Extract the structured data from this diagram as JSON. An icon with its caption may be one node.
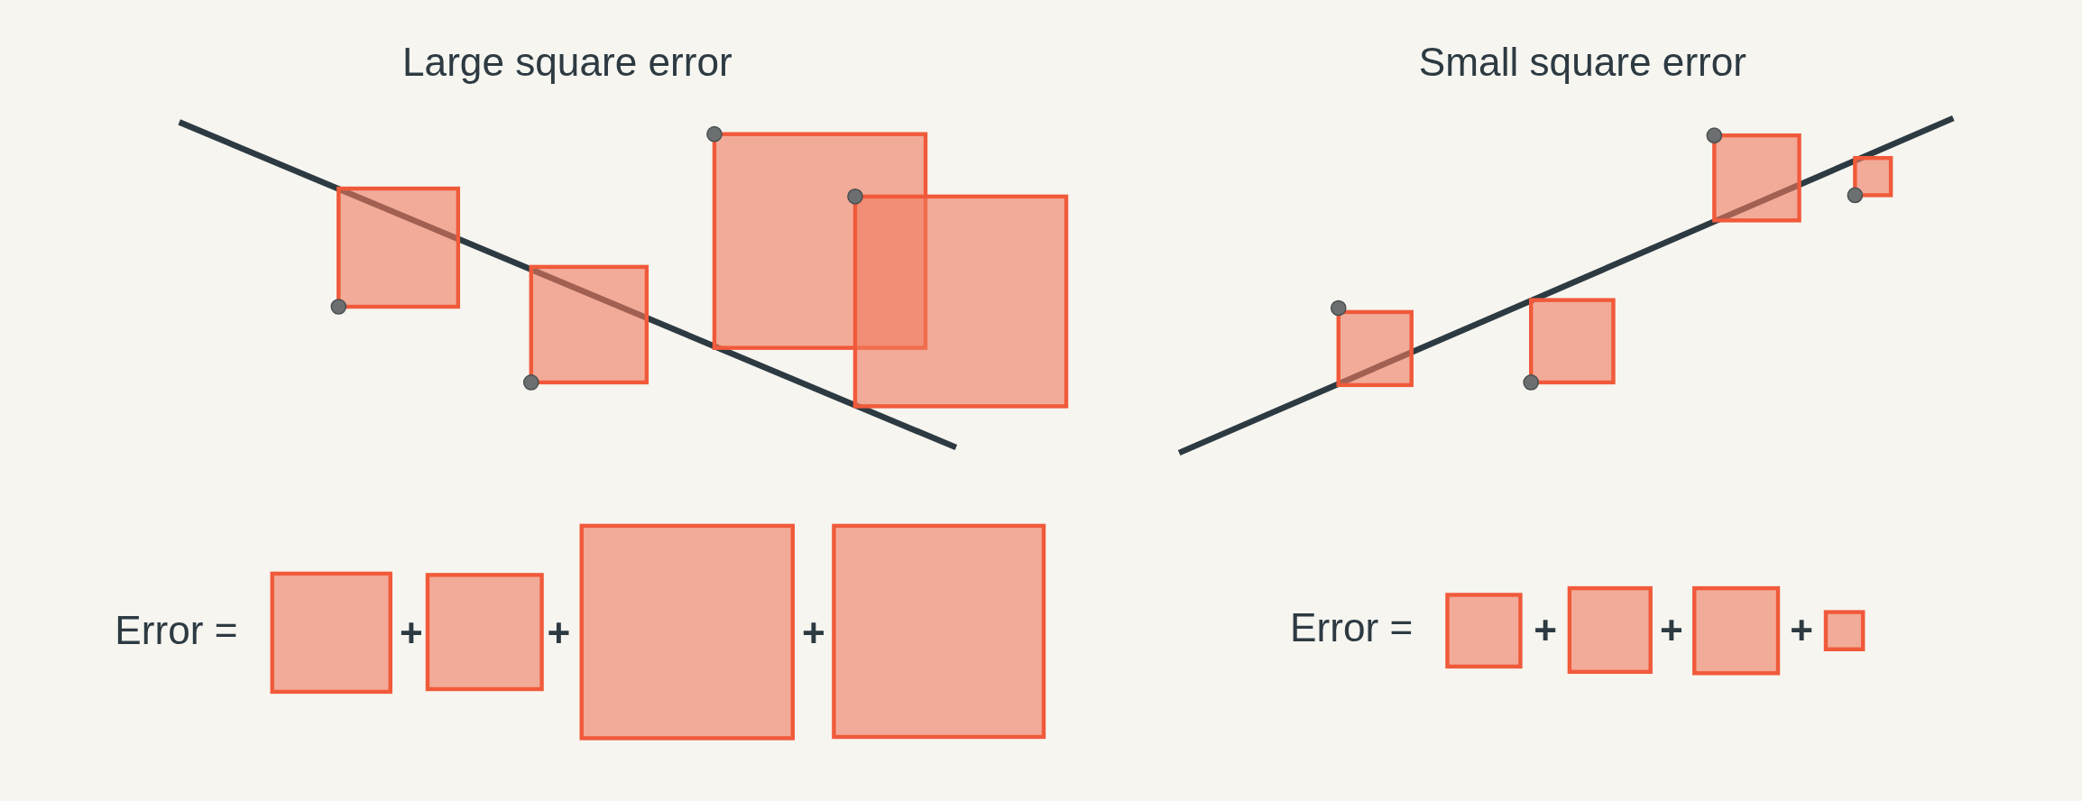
{
  "diagram": {
    "labels": [
      "Large square error",
      "Small square error",
      "Error =",
      "+",
      "+",
      "+",
      "Error =",
      "+",
      "+",
      "+"
    ]
  }
}
